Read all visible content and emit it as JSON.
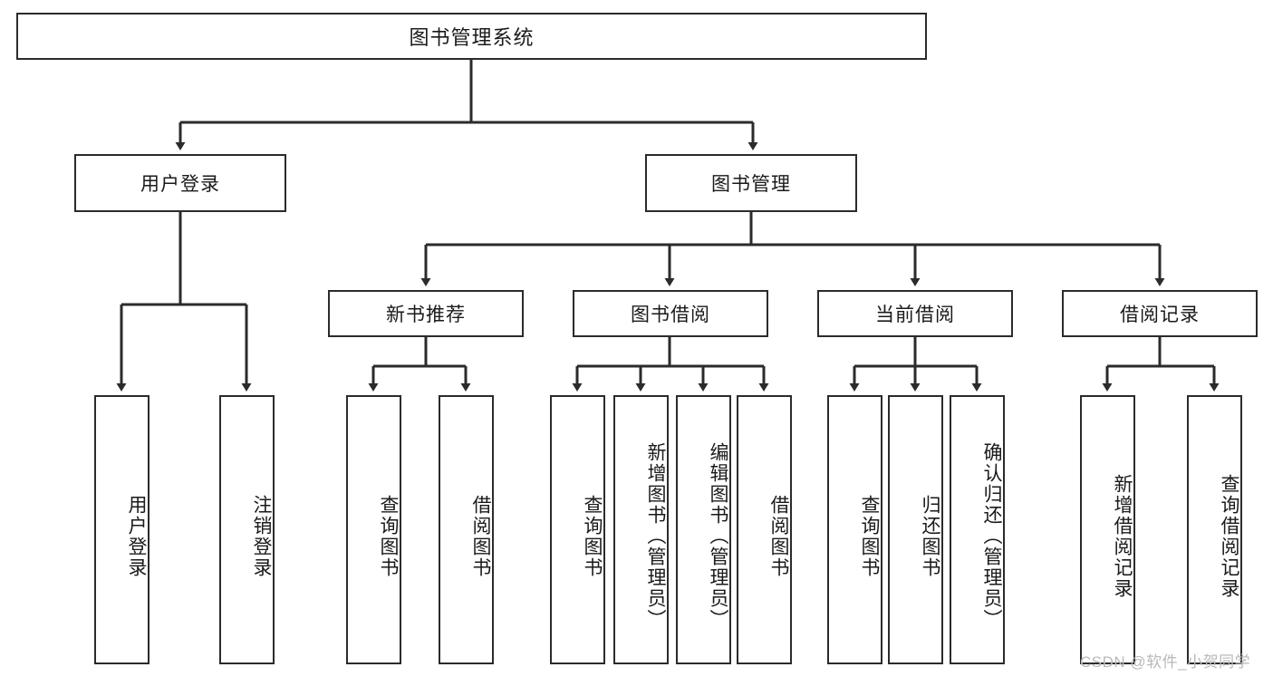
{
  "diagram": {
    "title": "图书管理系统",
    "type": "tree",
    "root": {
      "label": "图书管理系统"
    },
    "level2": [
      {
        "label": "用户登录"
      },
      {
        "label": "图书管理"
      }
    ],
    "level3": [
      {
        "label": "新书推荐"
      },
      {
        "label": "图书借阅"
      },
      {
        "label": "当前借阅"
      },
      {
        "label": "借阅记录"
      }
    ],
    "leaves": {
      "user_login": [
        {
          "label": "用户登录"
        },
        {
          "label": "注销登录"
        }
      ],
      "new_book": [
        {
          "label": "查询图书"
        },
        {
          "label": "借阅图书"
        }
      ],
      "borrow_book": [
        {
          "label": "查询图书"
        },
        {
          "label": "新增图书（管理员）"
        },
        {
          "label": "编辑图书（管理员）"
        },
        {
          "label": "借阅图书"
        }
      ],
      "current_borrow": [
        {
          "label": "查询图书"
        },
        {
          "label": "归还图书"
        },
        {
          "label": "确认归还（管理员）"
        }
      ],
      "borrow_record": [
        {
          "label": "新增借阅记录"
        },
        {
          "label": "查询借阅记录"
        }
      ]
    }
  },
  "watermark": {
    "text": "CSDN @软件_小贺同学"
  },
  "colors": {
    "stroke": "#2b2b2b",
    "background": "#ffffff",
    "text": "#1a1a1a",
    "watermark": "#b9b9b9"
  }
}
